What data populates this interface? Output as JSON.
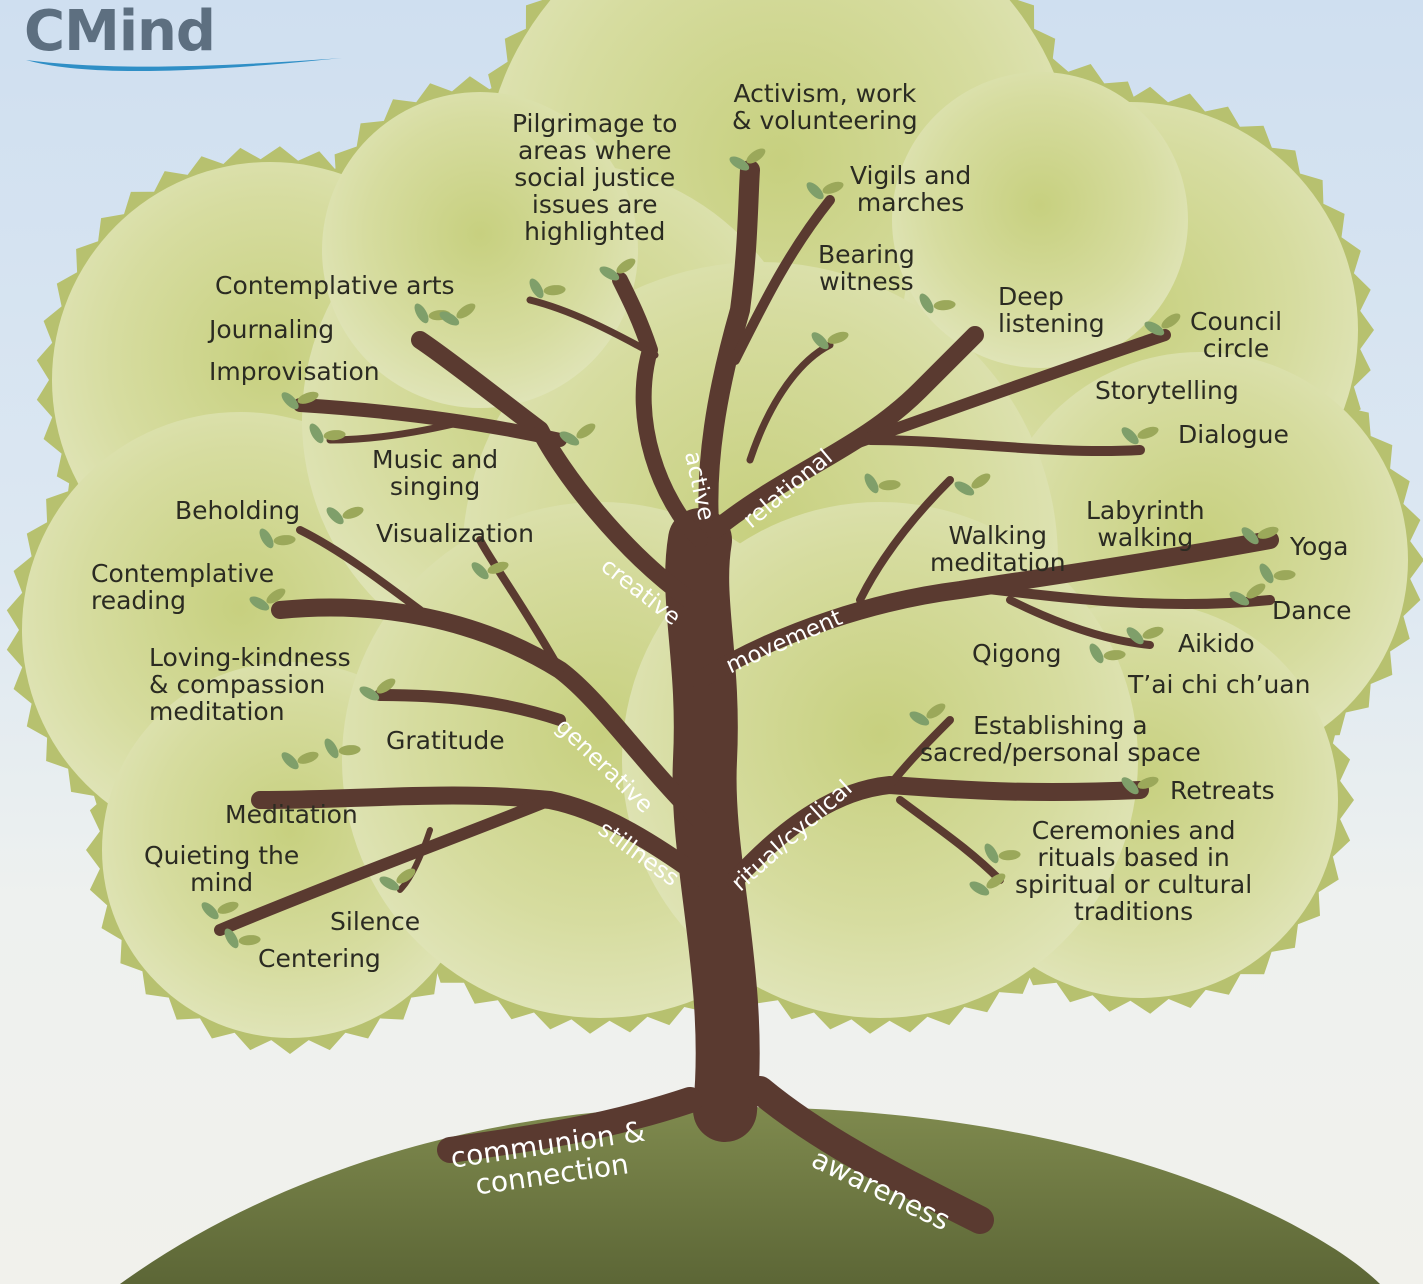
{
  "logo": {
    "text": "CMind"
  },
  "colors": {
    "canopy_fill": "#d2d99a",
    "canopy_edge": "#b6bf70",
    "trunk": "#5a3a30",
    "hill": "#6f7a45",
    "branch_label": "#ffffff",
    "practice_text": "#2b2b22"
  },
  "roots": {
    "communion": "communion &\nconnection",
    "awareness": "awareness"
  },
  "branches": {
    "active": "active",
    "relational": "relational",
    "creative": "creative",
    "movement": "movement",
    "generative": "generative",
    "stillness": "stillness",
    "ritual": "ritual/cyclical"
  },
  "practices": {
    "pilgrimage": "Pilgrimage to\nareas where\nsocial justice\nissues are\nhighlighted",
    "activism": "Activism, work\n& volunteering",
    "vigils": "Vigils and\nmarches",
    "bearing_witness": "Bearing\nwitness",
    "contemplative_arts": "Contemplative arts",
    "journaling": "Journaling",
    "improvisation": "Improvisation",
    "music": "Music and\nsinging",
    "deep_listening": "Deep\nlistening",
    "council_circle": "Council\ncircle",
    "storytelling": "Storytelling",
    "dialogue": "Dialogue",
    "beholding": "Beholding",
    "visualization": "Visualization",
    "contemplative_reading": "Contemplative\nreading",
    "walking_meditation": "Walking\nmeditation",
    "labyrinth": "Labyrinth\nwalking",
    "yoga": "Yoga",
    "dance": "Dance",
    "qigong": "Qigong",
    "aikido": "Aikido",
    "taichi": "T’ai chi ch’uan",
    "loving_kindness": "Loving-kindness\n& compassion\nmeditation",
    "gratitude": "Gratitude",
    "sacred_space": "Establishing a\nsacred/personal space",
    "retreats": "Retreats",
    "meditation": "Meditation",
    "quieting": "Quieting the\nmind",
    "silence": "Silence",
    "centering": "Centering",
    "ceremonies": "Ceremonies and\nrituals based in\nspiritual or cultural\ntraditions"
  }
}
